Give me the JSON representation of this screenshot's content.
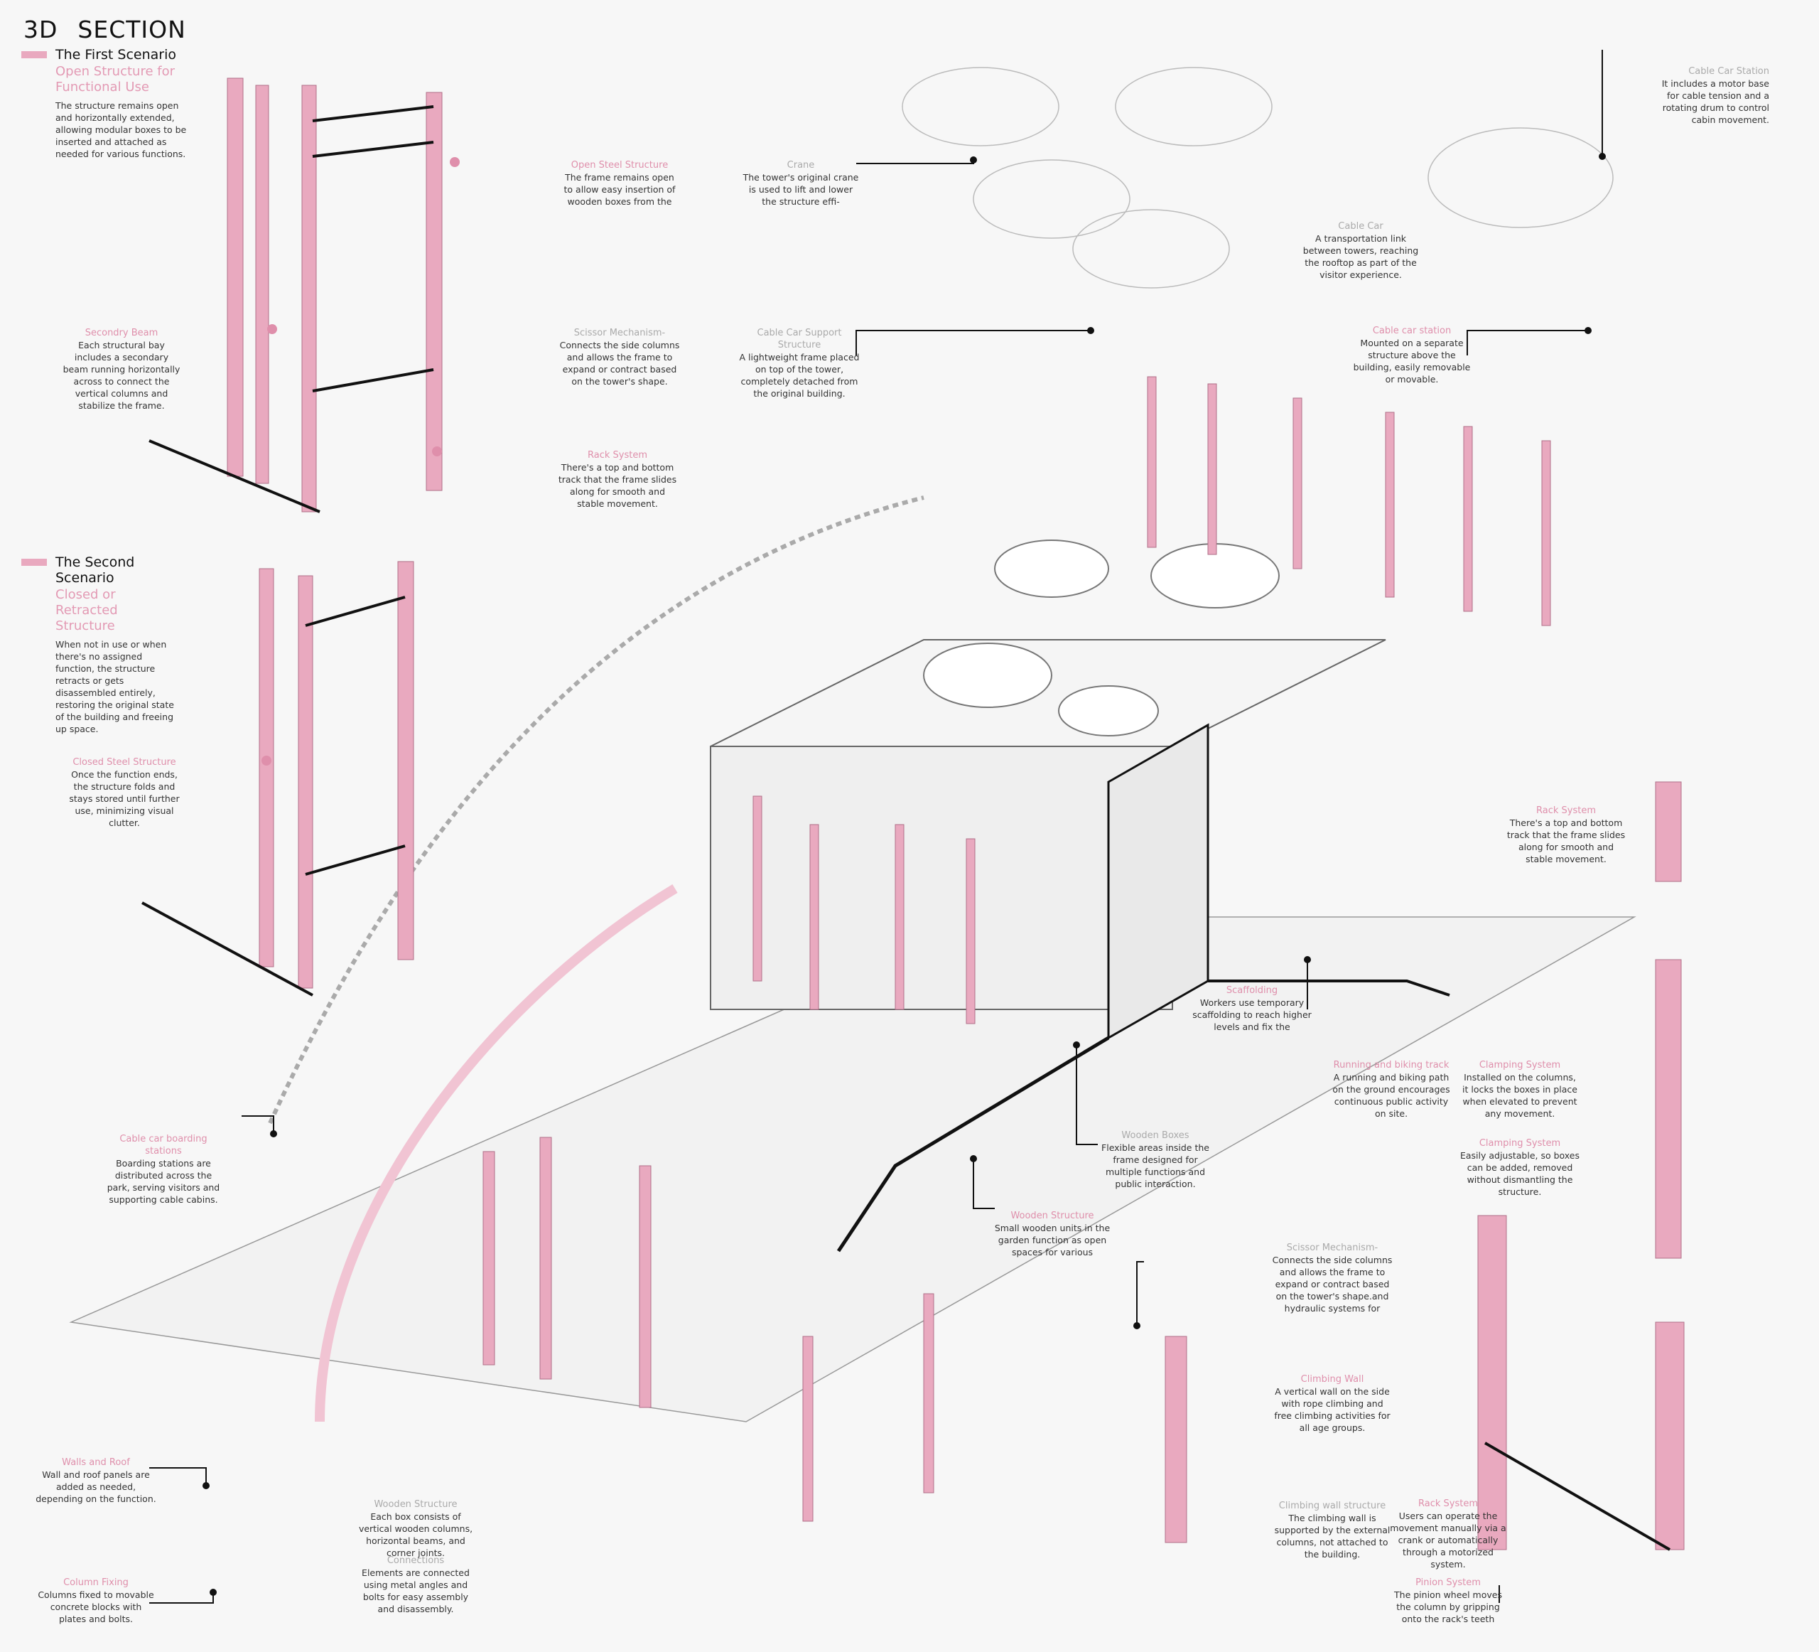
{
  "title": {
    "prefix": "3D",
    "main": "SECTION"
  },
  "scenarios": [
    {
      "heading": "The First Scenario",
      "subheading": "Open Structure for Functional Use",
      "text": "The structure remains open and horizontally extended, allowing modular boxes to be inserted and attached as needed for various functions."
    },
    {
      "heading": "The Second Scenario",
      "subheading": "Closed or Retracted Structure",
      "text": "When not in use or when there's no assigned function, the structure retracts or gets disassembled entirely, restoring the original state of the building and freeing up space."
    }
  ],
  "annotations": [
    {
      "label": "Open Steel Structure",
      "text": "The frame remains open to allow easy insertion of wooden boxes from the"
    },
    {
      "label": "Secondry Beam",
      "text": "Each structural bay includes a secondary beam running horizontally across to connect the vertical columns and stabilize the frame."
    },
    {
      "label": "Scissor Mechanism-",
      "text": "Connects the side columns and allows the frame to expand or contract based on the tower's shape."
    },
    {
      "label": "Rack System",
      "text": "There's a top and bottom track that the frame slides along for smooth and stable movement."
    },
    {
      "label": "Closed Steel Structure",
      "text": "Once the function ends, the structure folds and stays stored until further use, minimizing visual clutter."
    },
    {
      "label": "Crane",
      "text": "The tower's original crane is used to lift and lower the structure effi-"
    },
    {
      "label": "Cable Car Support Structure",
      "text": "A lightweight frame placed on top of the tower, completely detached from the original building."
    },
    {
      "label": "Cable Car",
      "text": "A transportation link between towers, reaching the rooftop as part of the visitor experience."
    },
    {
      "label": "Cable Car Station",
      "text": "It includes a motor base for cable tension and a rotating drum to control cabin movement."
    },
    {
      "label": "Cable car station",
      "text": "Mounted on a separate structure above the building, easily removable or movable."
    },
    {
      "label": "Rack System",
      "text": "There's a top and bottom track that the frame slides along for smooth and stable movement."
    },
    {
      "label": "Scaffolding",
      "text": "Workers use temporary scaffolding to reach higher levels and fix the"
    },
    {
      "label": "Running and biking track",
      "text": "A running and biking path on the ground encourages continuous public activity on site."
    },
    {
      "label": "Clamping System",
      "text": "Installed on the columns, it locks the boxes in place when elevated to prevent any movement."
    },
    {
      "label": "Clamping System",
      "text": "Easily adjustable, so boxes can be added, removed without dismantling the structure."
    },
    {
      "label": "Wooden Boxes",
      "text": "Flexible areas inside the frame designed for multiple functions and public interaction."
    },
    {
      "label": "Wooden Structure",
      "text": "Small wooden units in the garden function as open spaces for various"
    },
    {
      "label": "Cable car boarding stations",
      "text": "Boarding stations are distributed across the park, serving visitors and supporting cable cabins."
    },
    {
      "label": "Scissor Mechanism-",
      "text": "Connects the side columns and allows the frame to expand or contract based on the tower's shape.and hydraulic systems for"
    },
    {
      "label": "Climbing Wall",
      "text": "A vertical wall on the side with rope climbing and free climbing activities for all age groups."
    },
    {
      "label": "Climbing wall structure",
      "text": "The climbing wall is supported by the external columns, not attached to the building."
    },
    {
      "label": "Rack System",
      "text": "Users can operate the movement manually via a crank or automatically through a motorized system."
    },
    {
      "label": "Pinion System",
      "text": "The pinion wheel moves the column by gripping onto the rack's teeth"
    },
    {
      "label": "Walls and Roof",
      "text": "Wall and roof panels are added as needed, depending on the function."
    },
    {
      "label": "Wooden Structure",
      "text": "Each box consists of vertical wooden columns, horizontal beams, and corner joints."
    },
    {
      "label": "Connections",
      "text": "Elements are connected using metal angles and bolts for easy assembly and disassembly."
    },
    {
      "label": "Column Fixing",
      "text": "Columns fixed to movable concrete blocks with plates and bolts."
    }
  ],
  "colors": {
    "accent": "#e9a9bf",
    "accent_dark": "#df8fab",
    "line": "#555555",
    "label_gray": "#aaaaaa"
  }
}
